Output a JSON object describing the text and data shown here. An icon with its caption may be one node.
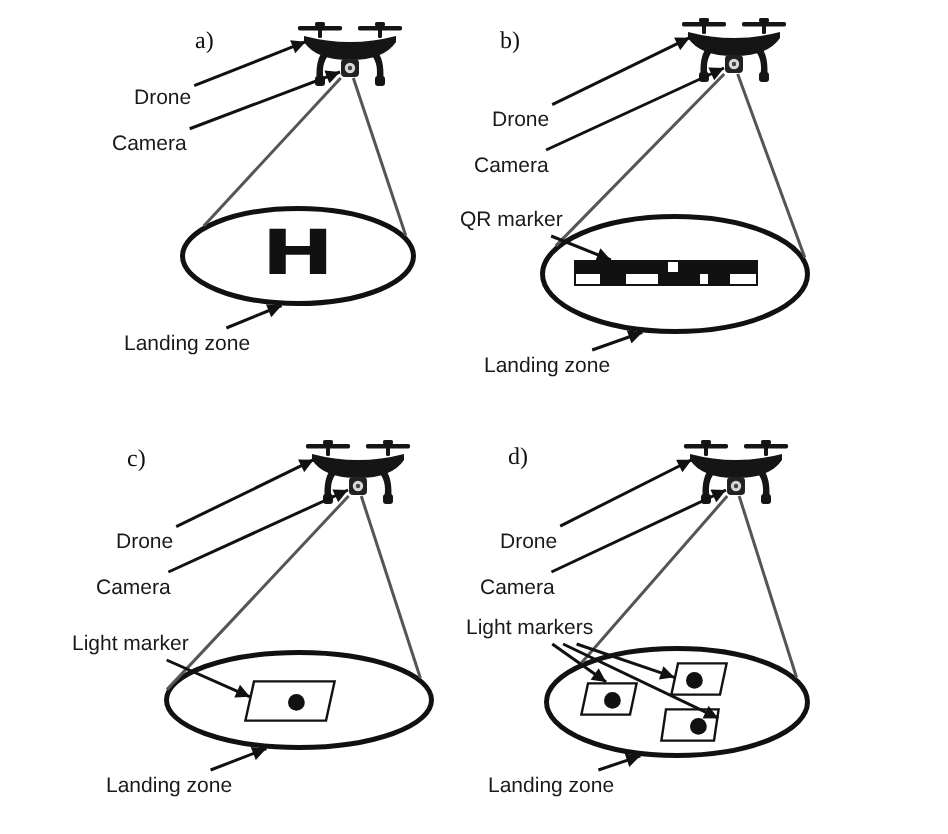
{
  "diagram": {
    "nodes": [
      {
        "text": [],
        "shape": "picture"
      },
      {
        "text": [],
        "shape": "picture",
        "in": 0
      },
      {
        "text": [
          "Drone"
        ]
      },
      {
        "text": [
          "Camera"
        ]
      },
      {
        "text": [],
        "shape": "ellipse"
      },
      {
        "text": [
          "Landing zone"
        ]
      },
      {
        "text": [],
        "shape": "picture"
      },
      {
        "text": [],
        "shape": "picture",
        "in": 6
      },
      {
        "text": [
          "Drone"
        ]
      },
      {
        "text": [
          "Camera"
        ]
      },
      {
        "text": [
          "QR marker"
        ]
      },
      {
        "text": [],
        "shape": "ellipse"
      },
      {
        "text": [],
        "shape": "bar",
        "in": 11
      },
      {
        "text": [
          "Landing zone"
        ]
      },
      {
        "text": [],
        "shape": "picture"
      },
      {
        "text": [],
        "shape": "picture",
        "in": 14
      },
      {
        "text": [
          "Drone"
        ]
      },
      {
        "text": [
          "Camera"
        ]
      },
      {
        "text": [
          "Light marker"
        ]
      },
      {
        "text": [],
        "shape": "ellipse"
      },
      {
        "text": [],
        "shape": "parallelogram",
        "in": 19
      },
      {
        "text": [
          "Landing zone"
        ]
      },
      {
        "text": [],
        "shape": "picture"
      },
      {
        "text": [],
        "shape": "picture",
        "in": 22
      },
      {
        "text": [
          "Drone"
        ]
      },
      {
        "text": [
          "Camera"
        ]
      },
      {
        "text": [
          "Light markers"
        ]
      },
      {
        "text": [],
        "shape": "ellipse"
      },
      {
        "text": [],
        "shape": "parallelogram",
        "in": 27
      },
      {
        "text": [],
        "shape": "parallelogram",
        "in": 27
      },
      {
        "text": [],
        "shape": "parallelogram",
        "in": 27
      },
      {
        "text": [
          "Landing zone"
        ]
      }
    ],
    "edges": [
      {
        "from": 2,
        "to": 0,
        "arrow": "to"
      },
      {
        "from": 3,
        "to": 1,
        "arrow": "to"
      },
      {
        "from": 1,
        "to": 4,
        "arrow": "none",
        "color": "#555555"
      },
      {
        "from": 1,
        "to": 4,
        "arrow": "none",
        "color": "#555555"
      },
      {
        "from": 5,
        "to": 4,
        "arrow": "to"
      },
      {
        "from": 8,
        "to": 6,
        "arrow": "to"
      },
      {
        "from": 9,
        "to": 7,
        "arrow": "to"
      },
      {
        "from": 7,
        "to": 11,
        "arrow": "none",
        "color": "#555555"
      },
      {
        "from": 7,
        "to": 11,
        "arrow": "none",
        "color": "#555555"
      },
      {
        "from": 10,
        "to": 12,
        "arrow": "to"
      },
      {
        "from": 13,
        "to": 11,
        "arrow": "to"
      },
      {
        "from": 16,
        "to": 14,
        "arrow": "to"
      },
      {
        "from": 17,
        "to": 15,
        "arrow": "to"
      },
      {
        "from": 15,
        "to": 19,
        "arrow": "none",
        "color": "#555555"
      },
      {
        "from": 15,
        "to": 19,
        "arrow": "none",
        "color": "#555555"
      },
      {
        "from": 18,
        "to": 20,
        "arrow": "to"
      },
      {
        "from": 21,
        "to": 19,
        "arrow": "to"
      },
      {
        "from": 24,
        "to": 22,
        "arrow": "to"
      },
      {
        "from": 25,
        "to": 23,
        "arrow": "to"
      },
      {
        "from": 23,
        "to": 27,
        "arrow": "none",
        "color": "#555555"
      },
      {
        "from": 23,
        "to": 27,
        "arrow": "none",
        "color": "#555555"
      },
      {
        "from": 26,
        "to": 28,
        "arrow": "to"
      },
      {
        "from": 26,
        "to": 29,
        "arrow": "to"
      },
      {
        "from": 26,
        "to": 30,
        "arrow": "to"
      },
      {
        "from": 31,
        "to": 27,
        "arrow": "to"
      }
    ],
    "labels": [
      "a)",
      "H",
      "b)",
      "c)",
      "d)"
    ]
  }
}
